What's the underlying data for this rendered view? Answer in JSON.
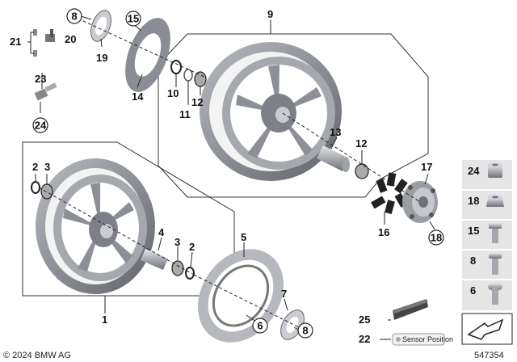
{
  "labels": {
    "p1": "1",
    "p2a": "2",
    "p3a": "3",
    "p4": "4",
    "p3b": "3",
    "p2b": "2",
    "p5": "5",
    "p6": "6",
    "p7": "7",
    "p8a": "8",
    "p8b": "8",
    "p9": "9",
    "p10": "10",
    "p11": "11",
    "p12a": "12",
    "p12b": "12",
    "p13": "13",
    "p14": "14",
    "p15": "15",
    "p16": "16",
    "p17": "17",
    "p18": "18",
    "p19": "19",
    "p20": "20",
    "p21": "21",
    "p22": "22",
    "p23": "23",
    "p24": "24",
    "p25": "25"
  },
  "legend": [
    {
      "label": "24",
      "icon": "sleeve-nut-icon"
    },
    {
      "label": "18",
      "icon": "hex-nut-icon"
    },
    {
      "label": "15",
      "icon": "hex-bolt-icon"
    },
    {
      "label": "8",
      "icon": "torx-bolt-icon"
    },
    {
      "label": "6",
      "icon": "button-head-bolt-icon"
    }
  ],
  "sensor_label_text": "Sensor Position",
  "footer": {
    "copyright": "© 2024 BMW AG",
    "diagram_number": "547354"
  },
  "colors": {
    "wheel_gray": "#8f9399",
    "wheel_dark": "#6d7177",
    "wheel_light": "#c9ccd0",
    "legend_bg": "#e6e6e6"
  }
}
